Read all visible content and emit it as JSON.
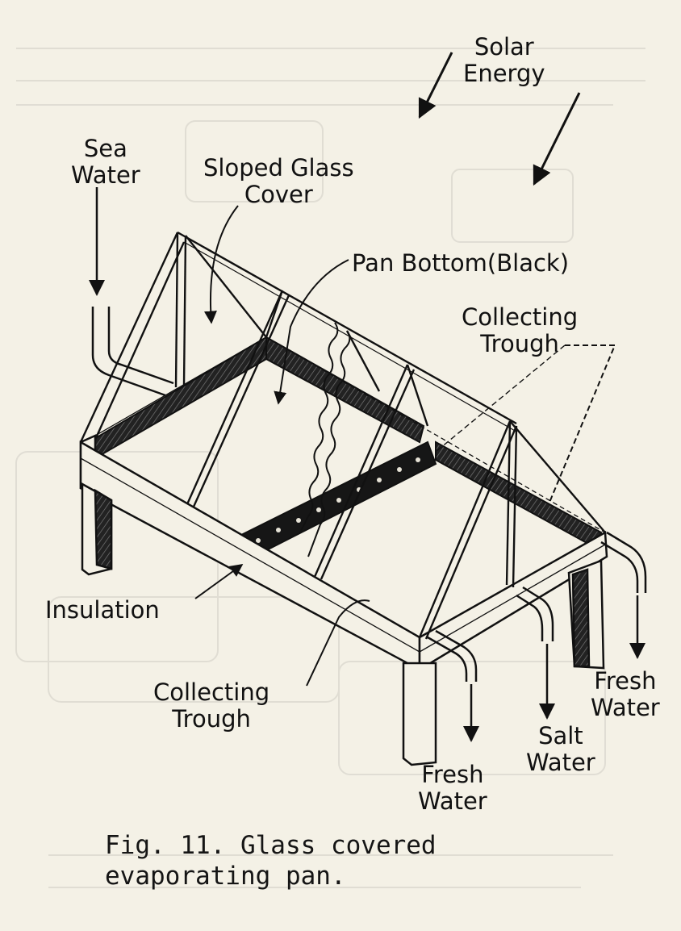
{
  "labels": {
    "solar_energy": [
      "Solar",
      "Energy"
    ],
    "sea_water": [
      "Sea",
      "Water"
    ],
    "sloped_glass_cover": [
      "Sloped Glass",
      "Cover"
    ],
    "pan_bottom": "Pan Bottom(Black)",
    "collecting_trough_right": [
      "Collecting",
      "Trough"
    ],
    "insulation": "Insulation",
    "collecting_trough_front": [
      "Collecting",
      "Trough"
    ],
    "fresh_water_right": [
      "Fresh",
      "Water"
    ],
    "salt_water": [
      "Salt",
      "Water"
    ],
    "fresh_water_front": [
      "Fresh",
      "Water"
    ]
  },
  "caption": {
    "line1": "Fig. 11.  Glass covered",
    "line2": "evaporating pan."
  },
  "colors": {
    "paper": "#f4f1e6",
    "ink": "#111111"
  }
}
